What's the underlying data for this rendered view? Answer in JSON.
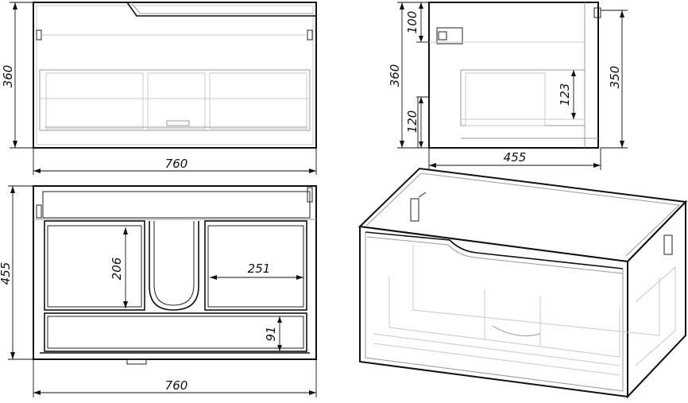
{
  "drawing": {
    "front_view": {
      "width_label": "760",
      "height_label": "360"
    },
    "side_view": {
      "depth_label": "455",
      "height_label": "360",
      "top_label": "100",
      "bottom_label": "120",
      "drawer_label": "123",
      "back_height_label": "350"
    },
    "top_view": {
      "width_label": "760",
      "depth_label": "455",
      "compartment_height_label": "206",
      "compartment_width_label": "251",
      "front_strip_label": "91"
    }
  }
}
